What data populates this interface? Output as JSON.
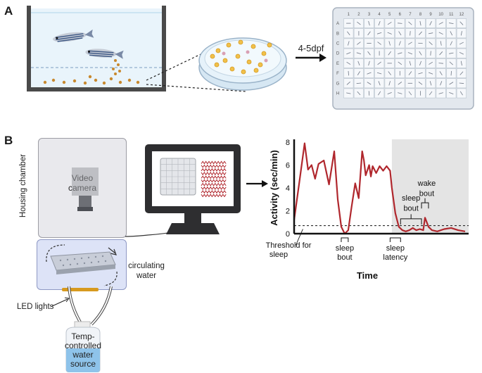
{
  "panels": {
    "a": "A",
    "b": "B"
  },
  "panel_a": {
    "arrow_label": "4-5dpf",
    "plate_rows": [
      "A",
      "B",
      "C",
      "D",
      "E",
      "F",
      "G",
      "H"
    ],
    "plate_cols": [
      "1",
      "2",
      "3",
      "4",
      "5",
      "6",
      "7",
      "8",
      "9",
      "10",
      "11",
      "12"
    ]
  },
  "panel_b": {
    "housing_label": "Housing chamber",
    "camera_label_1": "Video",
    "camera_label_2": "camera",
    "circulating_1": "circulating",
    "circulating_2": "water",
    "led_label": "LED lights",
    "source_1": "Temp-",
    "source_2": "controlled",
    "source_3": "water",
    "source_4": "source"
  },
  "chart_data": {
    "type": "line",
    "xlabel": "Time",
    "ylabel": "Activity (sec/min)",
    "ylim": [
      0,
      8
    ],
    "yticks": [
      0,
      2,
      4,
      6,
      8
    ],
    "threshold": 0.7,
    "dark_region_start": 0.56,
    "series": [
      {
        "values": [
          [
            0.0,
            1.2
          ],
          [
            0.03,
            4.5
          ],
          [
            0.06,
            7.9
          ],
          [
            0.08,
            5.6
          ],
          [
            0.1,
            6.0
          ],
          [
            0.12,
            4.8
          ],
          [
            0.14,
            6.1
          ],
          [
            0.17,
            6.4
          ],
          [
            0.2,
            4.3
          ],
          [
            0.23,
            7.2
          ],
          [
            0.25,
            3.0
          ],
          [
            0.27,
            0.6
          ],
          [
            0.29,
            0.0
          ],
          [
            0.31,
            0.3
          ],
          [
            0.33,
            2.4
          ],
          [
            0.35,
            4.4
          ],
          [
            0.37,
            3.1
          ],
          [
            0.39,
            7.2
          ],
          [
            0.4,
            6.4
          ],
          [
            0.41,
            5.1
          ],
          [
            0.43,
            6.0
          ],
          [
            0.44,
            5.0
          ],
          [
            0.45,
            5.9
          ],
          [
            0.47,
            5.3
          ],
          [
            0.49,
            5.9
          ],
          [
            0.51,
            5.5
          ],
          [
            0.53,
            5.9
          ],
          [
            0.55,
            5.5
          ],
          [
            0.56,
            4.0
          ],
          [
            0.58,
            1.8
          ],
          [
            0.6,
            0.6
          ],
          [
            0.62,
            0.3
          ],
          [
            0.64,
            0.2
          ],
          [
            0.66,
            0.3
          ],
          [
            0.68,
            0.5
          ],
          [
            0.7,
            0.3
          ],
          [
            0.72,
            0.4
          ],
          [
            0.74,
            0.3
          ],
          [
            0.75,
            1.4
          ],
          [
            0.77,
            0.6
          ],
          [
            0.79,
            0.3
          ],
          [
            0.82,
            0.2
          ],
          [
            0.86,
            0.4
          ],
          [
            0.9,
            0.5
          ],
          [
            0.94,
            0.3
          ],
          [
            0.98,
            0.2
          ]
        ]
      }
    ],
    "annotations": [
      {
        "text_1": "Threshold for",
        "text_2": "sleep"
      },
      {
        "text_1": "sleep",
        "text_2": "bout"
      },
      {
        "text_1": "sleep",
        "text_2": "latency"
      },
      {
        "text_1": "sleep",
        "text_2": "bout"
      },
      {
        "text_1": "wake",
        "text_2": "bout"
      }
    ]
  }
}
